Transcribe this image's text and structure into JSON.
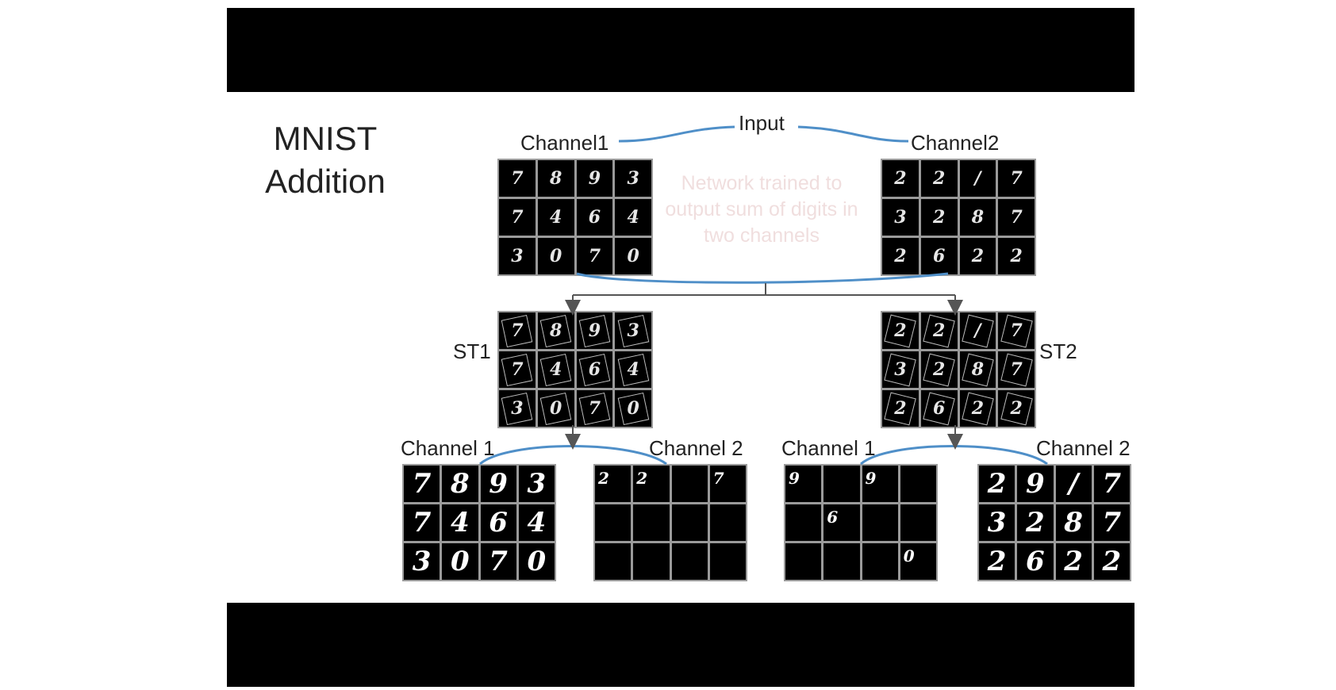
{
  "title_lines": [
    "MNIST",
    "Addition"
  ],
  "labels": {
    "input": "Input",
    "channel1_top": "Channel1",
    "channel2_top": "Channel2",
    "st1": "ST1",
    "st2": "ST2",
    "out1_ch1": "Channel 1",
    "out1_ch2": "Channel 2",
    "out2_ch1": "Channel 1",
    "out2_ch2": "Channel 2"
  },
  "faint_caption": [
    "Network trained to",
    "output sum of digits in",
    "two channels"
  ],
  "grids": {
    "channel1_input": [
      "7",
      "8",
      "9",
      "3",
      "7",
      "4",
      "6",
      "4",
      "3",
      "0",
      "7",
      "0"
    ],
    "channel2_input": [
      "2",
      "2",
      "/",
      "7",
      "3",
      "2",
      "8",
      "7",
      "2",
      "6",
      "2",
      "2"
    ],
    "st1": [
      "7",
      "8",
      "9",
      "3",
      "7",
      "4",
      "6",
      "4",
      "3",
      "0",
      "7",
      "0"
    ],
    "st2": [
      "2",
      "2",
      "/",
      "7",
      "3",
      "2",
      "8",
      "7",
      "2",
      "6",
      "2",
      "2"
    ],
    "out1_ch1": [
      "7",
      "8",
      "9",
      "3",
      "7",
      "4",
      "6",
      "4",
      "3",
      "0",
      "7",
      "0"
    ],
    "out1_ch2": [
      "2",
      "2",
      "",
      "7",
      "",
      "",
      "",
      "",
      "",
      "",
      "",
      ""
    ],
    "out2_ch1": [
      "9",
      "",
      "9",
      "",
      "",
      "6",
      "",
      "",
      "",
      "",
      "",
      "0"
    ],
    "out2_ch2": [
      "2",
      "9",
      "/",
      "7",
      "3",
      "2",
      "8",
      "7",
      "2",
      "6",
      "2",
      "2"
    ]
  },
  "colors": {
    "bracket": "#4f8fc8",
    "arrow": "#555555"
  }
}
